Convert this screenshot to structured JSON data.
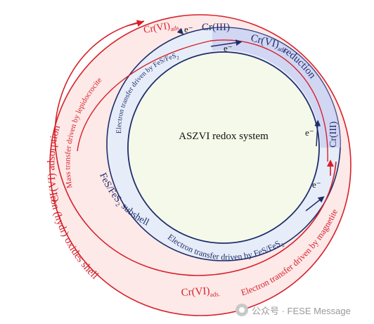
{
  "labels": {
    "center": "ASZVI redox system",
    "e_top_left": "e⁻",
    "e_top_mid": "e⁻",
    "e_right": "e⁻",
    "e_right_low": "e⁻",
    "cr3_top": "Cr(III)",
    "cr3_right": "Cr(III)",
    "cr6_top_red_base": "Cr(VI)",
    "cr6_top_red_sub": "ads.",
    "cr6_blue_base": "Cr(VI)",
    "cr6_blue_sub": "ads.",
    "reduction": "reduction",
    "cr6_bottom_base": "Cr(VI)",
    "cr6_bottom_sub": "ads.",
    "adsorption_label": "Cr(VI) adsorption",
    "mass_transfer": "Mass transfer driven by lepidocrocite",
    "iron_shell": "Iron (hydr) oxides shell",
    "fes_subshell_a": "FeS/FeS",
    "fes_subshell_sub": "2",
    "fes_subshell_b": " subshell",
    "et_fes_left_a": "Electron transfer driven by FeS/FeS",
    "et_fes_left_sub": "2",
    "et_fes_bottom_a": "Electron transfer driven by FeS/FeS",
    "et_fes_bottom_sub": "2",
    "et_magnetite": "Electron transfer driven by magnetite"
  },
  "watermark": "公众号 · FESE Message",
  "colors": {
    "red": "#d6202a",
    "navy": "#1f2d6b",
    "outer_fill": "#fde9e8",
    "mid_fill": "#e6edf8",
    "inner_fill": "#f4f9ea"
  }
}
